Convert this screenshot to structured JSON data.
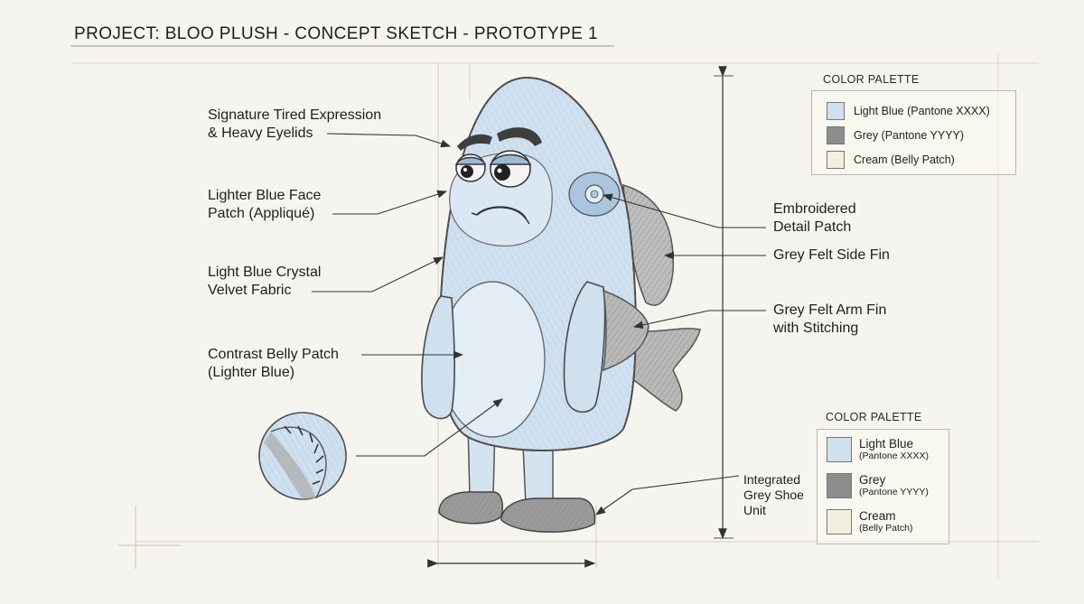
{
  "title": "PROJECT: BLOO PLUSH - CONCEPT SKETCH - PROTOTYPE 1",
  "colors": {
    "light_blue": "#cfe0ef",
    "grey": "#8d8d8d",
    "cream": "#f3efde",
    "paper": "#f6f4ee",
    "ink": "#333333"
  },
  "annotations": {
    "tired_expression": [
      "Signature Tired Expression",
      "& Heavy Eyelids"
    ],
    "face_patch": [
      "Lighter Blue Face",
      "Patch (Appliqué)"
    ],
    "velvet_fabric": [
      "Light Blue Crystal",
      "Velvet Fabric"
    ],
    "belly_patch": [
      "Contrast Belly Patch",
      " (Lighter Blue)"
    ],
    "embroidered": [
      "Embroidered",
      "Detail Patch"
    ],
    "side_fin": [
      "Grey Felt Side Fin"
    ],
    "arm_fin": [
      "Grey Felt Arm Fin",
      "with Stitching"
    ],
    "shoe_unit": [
      "Integrated",
      "Grey Shoe",
      "Unit"
    ]
  },
  "palette_top": {
    "title": "COLOR PALETTE",
    "items": [
      {
        "label": "Light Blue (Pantone XXXX)"
      },
      {
        "label": "Grey (Pantone YYYY)"
      },
      {
        "label": "Cream (Belly Patch)"
      }
    ]
  },
  "palette_bottom": {
    "title": "COLOR PALETTE",
    "items": [
      {
        "label": "Light Blue",
        "sub": "(Pantone XXXX)"
      },
      {
        "label": "Grey",
        "sub": "(Pantone YYYY)"
      },
      {
        "label": "Cream",
        "sub": "(Belly Patch)"
      }
    ]
  }
}
